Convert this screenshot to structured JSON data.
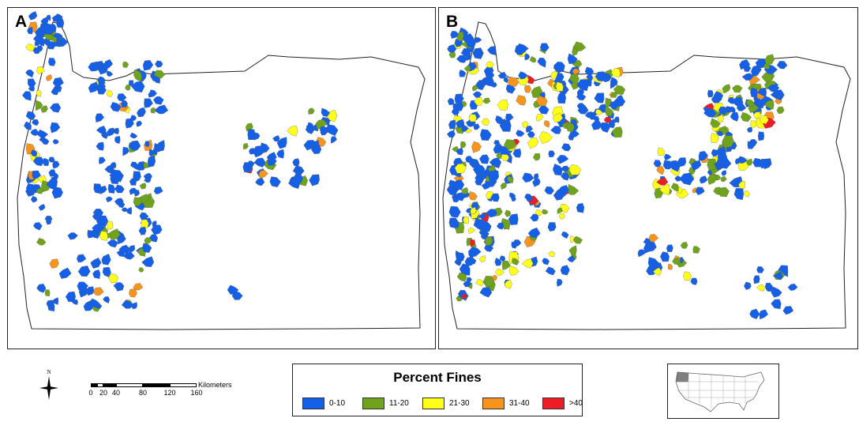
{
  "panels": [
    {
      "id": "A",
      "label": "A"
    },
    {
      "id": "B",
      "label": "B"
    }
  ],
  "compass": {
    "north_label": "N",
    "icon": "north-arrow-icon"
  },
  "scale_bar": {
    "unit": "Kilometers",
    "ticks": [
      "0",
      "20",
      "40",
      "80",
      "120",
      "160"
    ]
  },
  "legend": {
    "title": "Percent Fines",
    "classes": [
      {
        "label": "0-10",
        "color": "#1560e8"
      },
      {
        "label": "11-20",
        "color": "#6fa31c"
      },
      {
        "label": "21-30",
        "color": "#ffff1a"
      },
      {
        "label": "31-40",
        "color": "#f7941d"
      },
      {
        "label": ">40",
        "color": "#ee1c25"
      }
    ]
  },
  "inset_map": {
    "description_icon": "usa-locator-icon",
    "highlight_color": "#808080"
  }
}
